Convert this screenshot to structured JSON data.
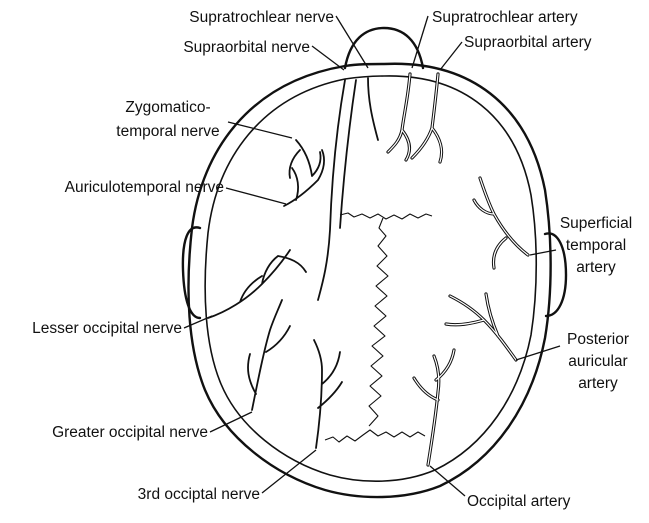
{
  "labels": {
    "supratrochlear_nerve": "Supratrochlear nerve",
    "supraorbital_nerve": "Supraorbital nerve",
    "zygomatico_1": "Zygomatico-",
    "zygomatico_2": "temporal nerve",
    "auriculotemporal_nerve": "Auriculotemporal nerve",
    "lesser_occipital_nerve": "Lesser occipital nerve",
    "greater_occipital_nerve": "Greater occipital nerve",
    "third_occipital_nerve": "3rd occiptal nerve",
    "supratrochlear_artery": "Supratrochlear artery",
    "supraorbital_artery": "Supraorbital artery",
    "superficial_temporal_1": "Superficial",
    "superficial_temporal_2": "temporal",
    "superficial_temporal_3": "artery",
    "posterior_auricular_1": "Posterior",
    "posterior_auricular_2": "auricular",
    "posterior_auricular_3": "artery",
    "occipital_artery": "Occipital artery"
  }
}
